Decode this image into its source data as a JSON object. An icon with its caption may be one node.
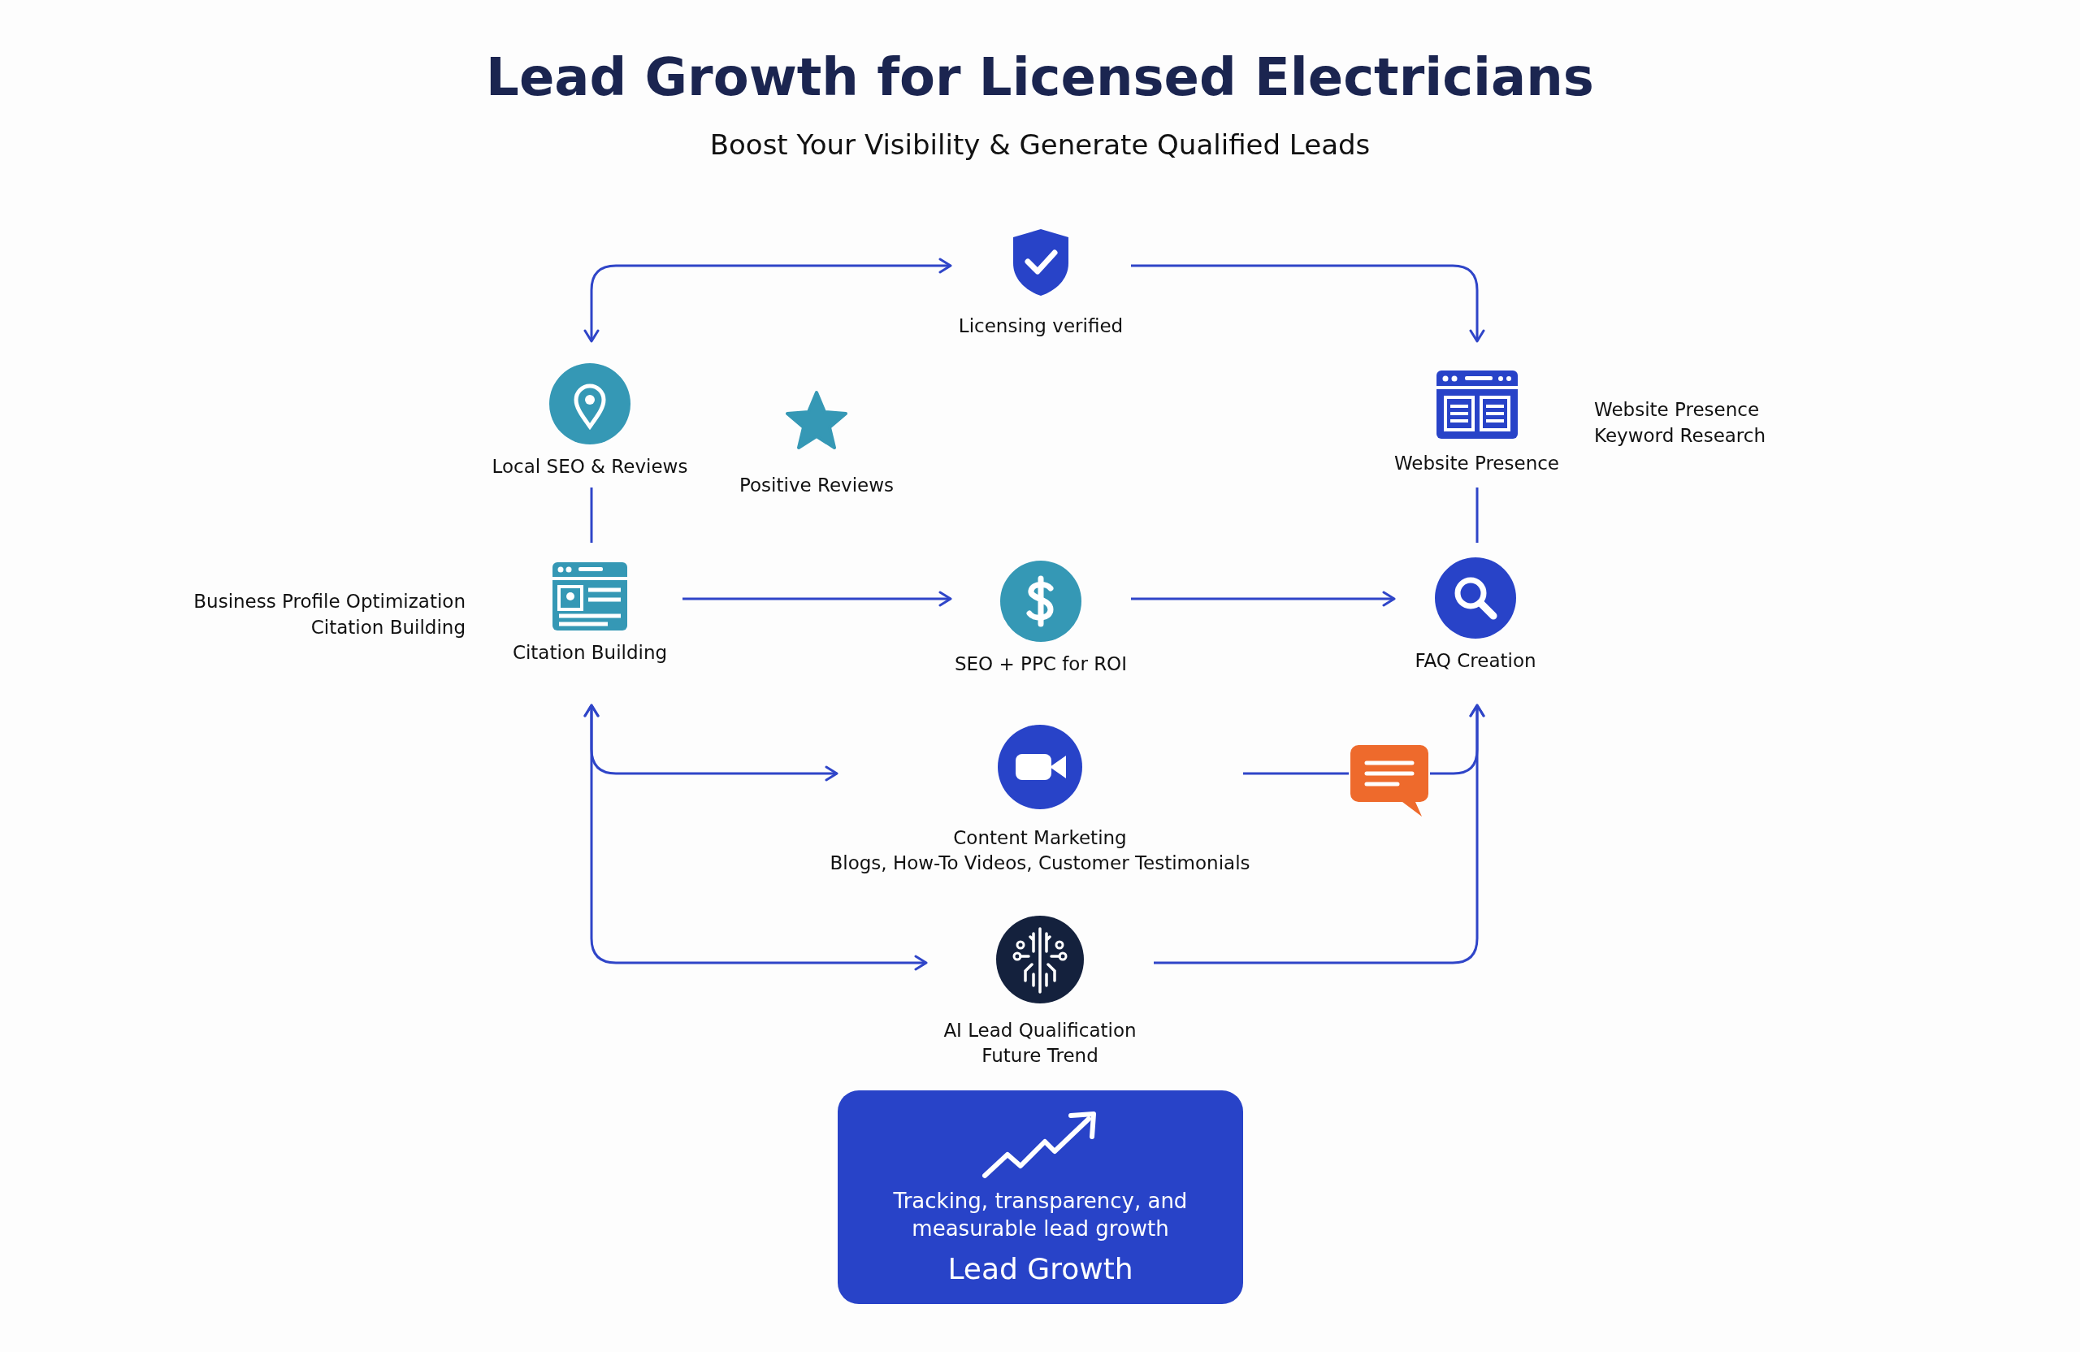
{
  "diagram": {
    "title": "Lead Growth for Licensed Electricians",
    "nodes": [
      {
        "text": [
          "Licensing verified"
        ]
      },
      {
        "text": [
          "Local SEO & Reviews"
        ]
      },
      {
        "text": [
          "Positive Reviews"
        ]
      },
      {
        "text": [
          "Website Presence"
        ],
        "beside": [
          "Website Presence",
          "Keyword Research"
        ]
      },
      {
        "text": [
          "Citation Building"
        ],
        "beside": [
          "Business Profile Optimization",
          "Citation Building"
        ]
      },
      {
        "text": [
          "SEO + PPC for ROI"
        ]
      },
      {
        "text": [
          "FAQ Creation"
        ]
      },
      {
        "text": [
          "Content Marketing",
          "Blogs, How-To Videos, Customer Testimonials"
        ]
      },
      {
        "text": [],
        "shape": "bubble"
      },
      {
        "text": [
          "AI Lead Qualification",
          "Future Trend"
        ]
      },
      {
        "text": [
          "Tracking, transparency, and measurable lead growth",
          "Lead Growth"
        ]
      }
    ],
    "edges": [
      {
        "from": 0,
        "to": 1,
        "arrow": "both"
      },
      {
        "from": 0,
        "to": 3,
        "arrow": "to"
      },
      {
        "from": 1,
        "to": 4,
        "arrow": "none"
      },
      {
        "from": 3,
        "to": 6,
        "arrow": "none"
      },
      {
        "from": 4,
        "to": 5,
        "arrow": "to"
      },
      {
        "from": 5,
        "to": 6,
        "arrow": "to"
      },
      {
        "from": 4,
        "to": 7,
        "arrow": "both"
      },
      {
        "from": 7,
        "to": 8,
        "arrow": "none"
      },
      {
        "from": 8,
        "to": 6,
        "arrow": "to"
      },
      {
        "from": 4,
        "to": 9,
        "arrow": "both"
      },
      {
        "from": 9,
        "to": 6,
        "arrow": "to"
      }
    ],
    "labels": [
      "Boost Your Visibility & Generate Qualified Leads"
    ]
  }
}
